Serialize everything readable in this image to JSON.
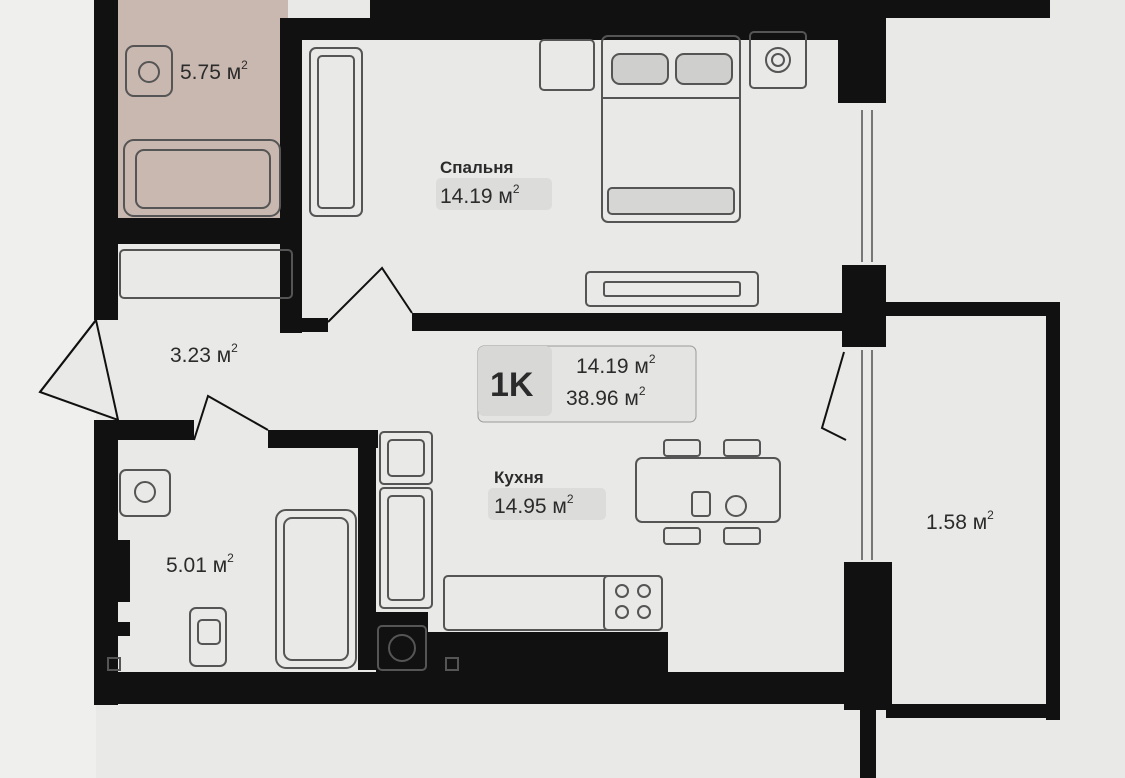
{
  "rooms": {
    "bathroom_top": {
      "area": "5.75 м",
      "sup": "2"
    },
    "bedroom": {
      "name": "Спальня",
      "area": "14.19 м",
      "sup": "2"
    },
    "hall": {
      "area": "3.23 м",
      "sup": "2"
    },
    "bathroom": {
      "area": "5.01 м",
      "sup": "2"
    },
    "kitchen": {
      "name": "Кухня",
      "area": "14.95 м",
      "sup": "2"
    },
    "balcony": {
      "area": "1.58 м",
      "sup": "2"
    }
  },
  "summary": {
    "type": "1K",
    "living_area": "14.19 м",
    "total_area": "38.96 м",
    "sup": "2"
  },
  "colors": {
    "wall": "#111111",
    "floor": "#e9e9e7",
    "bathroom_top_tint": "#c9b8b0",
    "furniture_stroke": "#555555",
    "label_badge": "#dcdcda"
  }
}
